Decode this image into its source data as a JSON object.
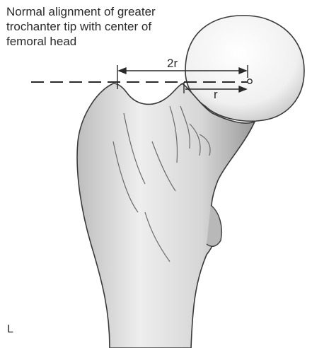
{
  "caption": {
    "line1": "Normal alignment of greater",
    "line2": "trochanter tip with center of",
    "line3": "femoral head"
  },
  "dimensions": {
    "full_label": "2r",
    "radius_label": "r"
  },
  "side_label": "L",
  "figure": {
    "subject": "proximal femur, anterior view",
    "icons": [
      "femur-illustration",
      "alignment-dashed-line",
      "center-point-marker",
      "dimension-arrow"
    ]
  }
}
